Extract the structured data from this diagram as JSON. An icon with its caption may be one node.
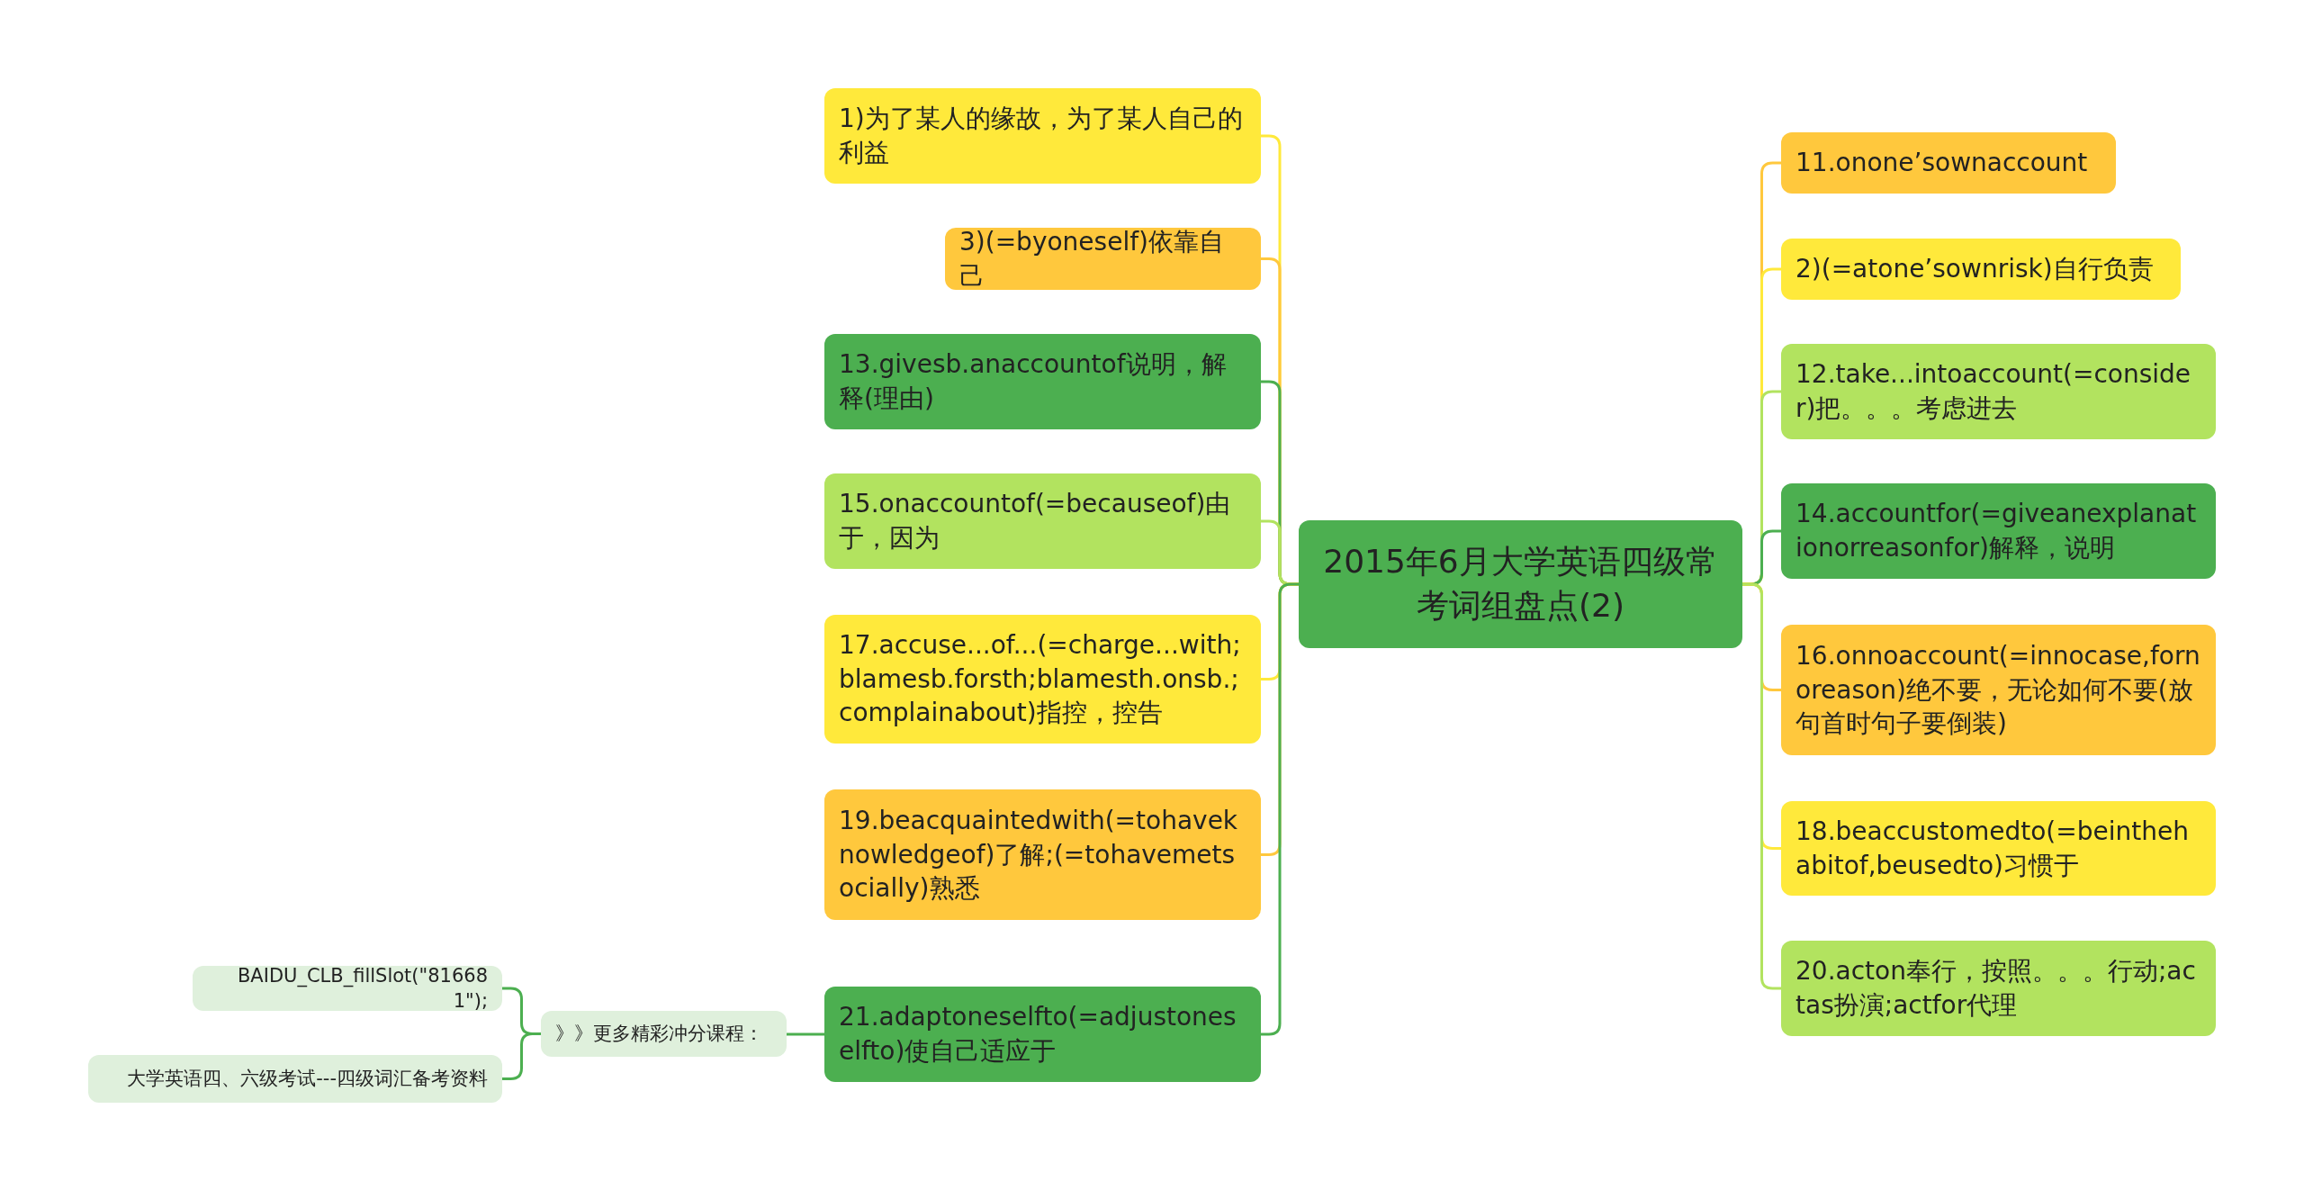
{
  "diagram": {
    "nodes": [
      {
        "text": [
          "2015年6月大学英语四级常考词组盘点(2)"
        ]
      },
      {
        "text": [
          "1)为了某人的缘故，为了某人自己的利益"
        ]
      },
      {
        "text": [
          "3)(=byoneself)依靠自己"
        ]
      },
      {
        "text": [
          "13.givesb.anaccountof说明，解释(理由)"
        ]
      },
      {
        "text": [
          "15.onaccountof(=becauseof)由于，因为"
        ]
      },
      {
        "text": [
          "17.accuse...of...(=charge...with;blamesb.forsth;blamesth.onsb.;complainabout)指控，控告"
        ]
      },
      {
        "text": [
          "19.beacquaintedwith(=tohaveknowledgeof)了解;(=tohavemetsocially)熟悉"
        ]
      },
      {
        "text": [
          "21.adaptoneselfto(=adjustoneselfto)使自己适应于"
        ]
      },
      {
        "text": [
          "11.onone’sownaccount"
        ]
      },
      {
        "text": [
          "2)(=atone’sownrisk)自行负责"
        ]
      },
      {
        "text": [
          "12.take...intoaccount(=consider)把。。。考虑进去"
        ]
      },
      {
        "text": [
          "14.accountfor(=giveanexplanationorreasonfor)解释，说明"
        ]
      },
      {
        "text": [
          "16.onnoaccount(=innocase,fornoreason)绝不要，无论如何不要(放句首时句子要倒装)"
        ]
      },
      {
        "text": [
          "18.beaccustomedto(=beinthehabitof,beusedto)习惯于"
        ]
      },
      {
        "text": [
          "20.acton奉行，按照。。。行动;actas扮演;actfor代理"
        ]
      },
      {
        "text": [
          "》》更多精彩冲分课程："
        ]
      },
      {
        "text": [
          "BAIDU_CLB_fillSlot(\"816681\");"
        ]
      },
      {
        "text": [
          "大学英语四、六级考试---四级词汇备考资料"
        ]
      }
    ],
    "edges": [
      {
        "from": 0,
        "to": 1,
        "arrow": "none",
        "color": "#ffe93b"
      },
      {
        "from": 0,
        "to": 2,
        "arrow": "none",
        "color": "#ffc83d"
      },
      {
        "from": 0,
        "to": 3,
        "arrow": "none",
        "color": "#4caf50"
      },
      {
        "from": 0,
        "to": 4,
        "arrow": "none",
        "color": "#b2e35f"
      },
      {
        "from": 0,
        "to": 5,
        "arrow": "none",
        "color": "#ffe93b"
      },
      {
        "from": 0,
        "to": 6,
        "arrow": "none",
        "color": "#ffc83d"
      },
      {
        "from": 0,
        "to": 7,
        "arrow": "none",
        "color": "#4caf50"
      },
      {
        "from": 0,
        "to": 8,
        "arrow": "none",
        "color": "#ffc83d"
      },
      {
        "from": 0,
        "to": 9,
        "arrow": "none",
        "color": "#ffe93b"
      },
      {
        "from": 0,
        "to": 10,
        "arrow": "none",
        "color": "#b2e35f"
      },
      {
        "from": 0,
        "to": 11,
        "arrow": "none",
        "color": "#4caf50"
      },
      {
        "from": 0,
        "to": 12,
        "arrow": "none",
        "color": "#ffc83d"
      },
      {
        "from": 0,
        "to": 13,
        "arrow": "none",
        "color": "#ffe93b"
      },
      {
        "from": 0,
        "to": 14,
        "arrow": "none",
        "color": "#b2e35f"
      },
      {
        "from": 7,
        "to": 15,
        "arrow": "none",
        "color": "#4caf50"
      },
      {
        "from": 15,
        "to": 16,
        "arrow": "none",
        "color": "#4caf50"
      },
      {
        "from": 15,
        "to": 17,
        "arrow": "none",
        "color": "#4caf50"
      }
    ]
  }
}
